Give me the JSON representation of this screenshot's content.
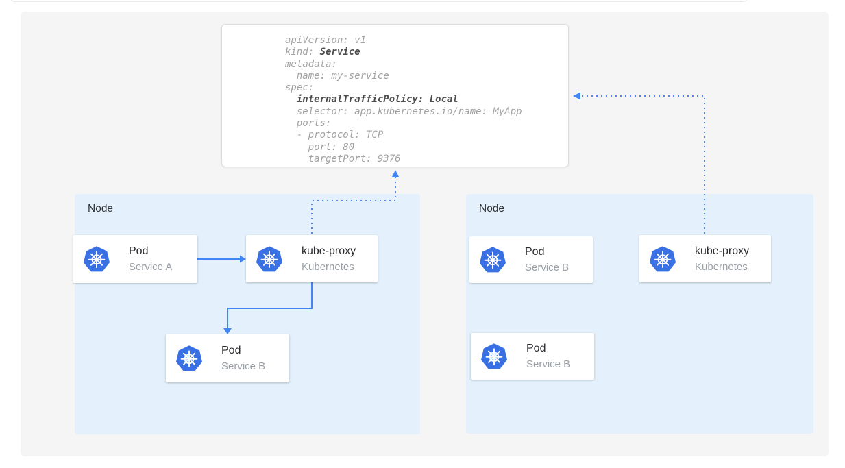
{
  "colors": {
    "accent": "#4285f4",
    "dotted_line": "#5185ee",
    "node_bg": "#e4f1fc",
    "canvas_bg": "#f5f5f5",
    "kubernetes_logo_blue": "#3970e4"
  },
  "yaml": {
    "lines": [
      {
        "n": "apiVersion: v1",
        "b": ""
      },
      {
        "n": "kind: ",
        "b": "Service"
      },
      {
        "n": "metadata:",
        "b": ""
      },
      {
        "n": "  name: my-service",
        "b": ""
      },
      {
        "n": "spec:",
        "b": ""
      },
      {
        "n": "  ",
        "b": "internalTrafficPolicy: Local"
      },
      {
        "n": "  selector: app.kubernetes.io/name: MyApp",
        "b": ""
      },
      {
        "n": "  ports:",
        "b": ""
      },
      {
        "n": "  - protocol: TCP",
        "b": ""
      },
      {
        "n": "    port: 80",
        "b": ""
      },
      {
        "n": "    targetPort: 9376",
        "b": ""
      }
    ]
  },
  "nodes": {
    "left": {
      "label": "Node"
    },
    "right": {
      "label": "Node"
    }
  },
  "cards": {
    "pod_a": {
      "title": "Pod",
      "subtitle": "Service A",
      "icon": "kubernetes-icon"
    },
    "kube_proxy_left": {
      "title": "kube-proxy",
      "subtitle": "Kubernetes",
      "icon": "kubernetes-icon"
    },
    "pod_b_left": {
      "title": "Pod",
      "subtitle": "Service B",
      "icon": "kubernetes-icon"
    },
    "pod_b1_right": {
      "title": "Pod",
      "subtitle": "Service B",
      "icon": "kubernetes-icon"
    },
    "kube_proxy_right": {
      "title": "kube-proxy",
      "subtitle": "Kubernetes",
      "icon": "kubernetes-icon"
    },
    "pod_b2_right": {
      "title": "Pod",
      "subtitle": "Service B",
      "icon": "kubernetes-icon"
    }
  }
}
